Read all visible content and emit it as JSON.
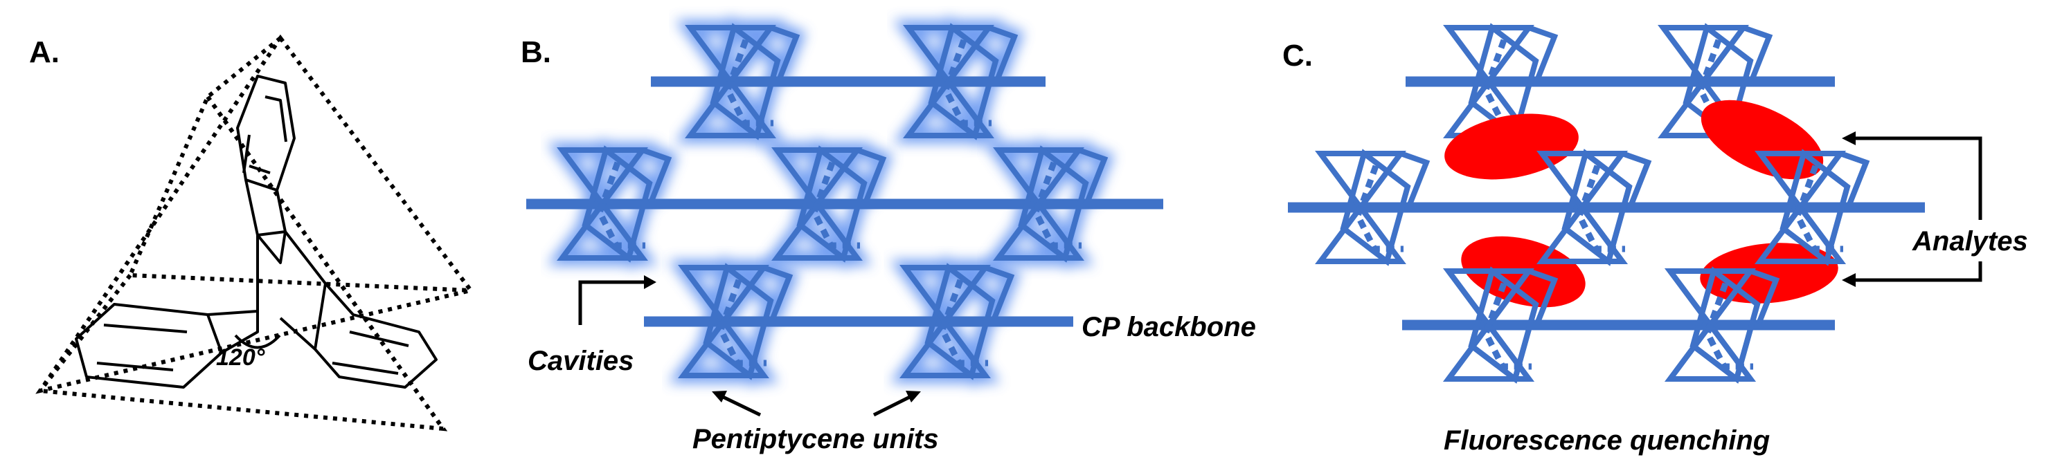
{
  "panels": {
    "a": {
      "label": "A.",
      "angle": "120°"
    },
    "b": {
      "label": "B.",
      "backbone_label": "CP backbone",
      "cavities_label": "Cavities",
      "units_label": "Pentiptycene units"
    },
    "c": {
      "label": "C.",
      "analytes_label": "Analytes",
      "quench_label": "Fluorescence quenching"
    }
  },
  "colors": {
    "polymer_blue": "#3f72c8",
    "glow": "#5b8ff0",
    "analyte_red": "#ff0000",
    "ink": "#000000"
  }
}
